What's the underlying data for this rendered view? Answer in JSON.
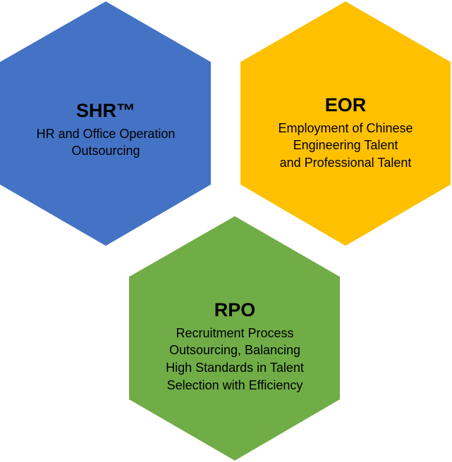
{
  "hexagons": [
    {
      "id": "shr",
      "title": "SHR™",
      "color": "#4472C4",
      "lines": [
        "HR and Office Operation",
        "Outsourcing"
      ]
    },
    {
      "id": "eor",
      "title": "EOR",
      "color": "#FFC000",
      "lines": [
        "Employment of Chinese",
        "Engineering Talent",
        "and Professional  Talent"
      ]
    },
    {
      "id": "rpo",
      "title": "RPO",
      "color": "#70AD47",
      "lines": [
        "Recruitment  Process",
        "Outsourcing, Balancing",
        "High Standards in Talent",
        "Selection with Efficiency"
      ]
    }
  ]
}
